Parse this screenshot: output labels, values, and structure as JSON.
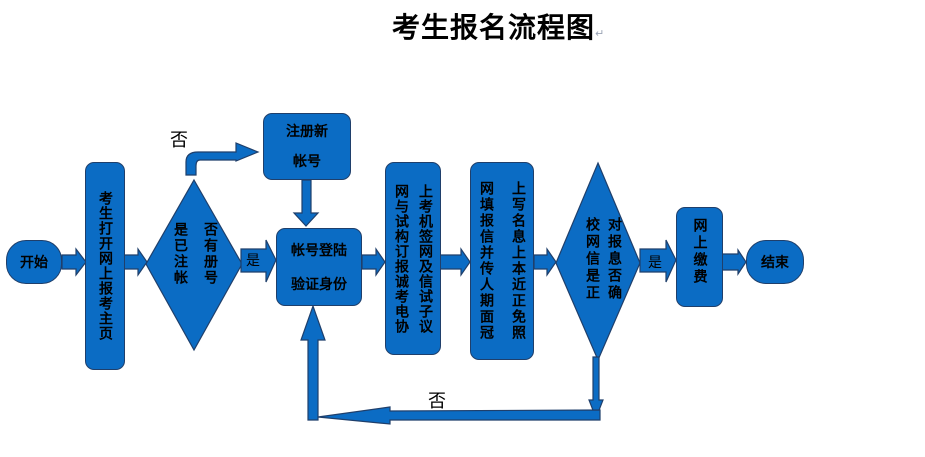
{
  "title": "考生报名流程图",
  "colors": {
    "fill": "#0b6cc4",
    "stroke": "#1f3f6b",
    "text": "#000000"
  },
  "nodes": {
    "start": "开始",
    "open_page": "考生打开网上报考主页",
    "registered_q_col1": "是已注帐",
    "registered_q_col2": "否有册号",
    "register_line1": "注册新",
    "register_line2": "帐号",
    "login_line1": "帐号登陆",
    "login_line2": "验证身份",
    "agreement_col1": "网与试构订报诚考电协",
    "agreement_col2": "上考机签网及信试子议",
    "fill_info_col1": "网填报信并传人期面冠",
    "fill_info_col2": "上写名息上本近正免照",
    "check_q_col1": "校网信是正",
    "check_q_col2": "对报息否确",
    "pay": "网上缴费",
    "end": "结束"
  },
  "labels": {
    "no_top": "否",
    "yes_1": "是",
    "yes_2": "是",
    "no_bottom": "否"
  },
  "return_mark": "↵"
}
